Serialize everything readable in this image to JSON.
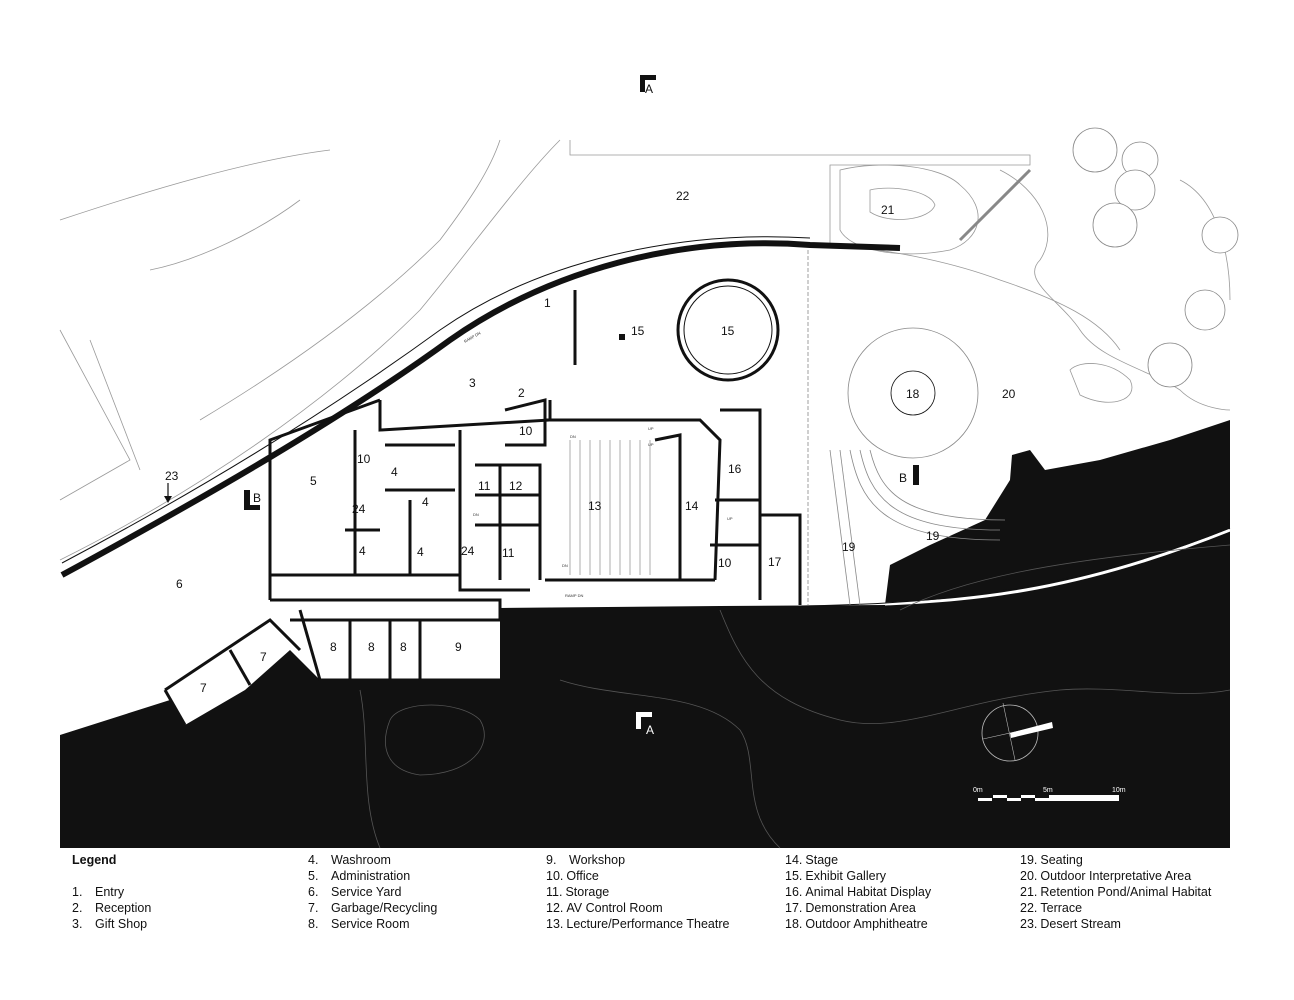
{
  "section_marks": {
    "a_top": "A",
    "a_bottom": "A",
    "b_left": "B",
    "b_right": "B"
  },
  "ramp_labels": [
    "RAMP DN",
    "RAMP DN"
  ],
  "stair_labels": [
    "DN",
    "UP",
    "UP",
    "DN",
    "DN",
    "UP"
  ],
  "rooms": {
    "entry": "1",
    "reception": "2",
    "gift_shop": "3",
    "washroom_a": "4",
    "washroom_b": "4",
    "washroom_c": "4",
    "washroom_d": "4",
    "administration": "5",
    "service_yard": "6",
    "garbage_a": "7",
    "garbage_b": "7",
    "service_a": "8",
    "service_b": "8",
    "service_c": "8",
    "workshop": "9",
    "office_a": "10",
    "office_b": "10",
    "office_c": "10",
    "storage_a": "11",
    "storage_b": "11",
    "av_control": "12",
    "theatre": "13",
    "stage": "14",
    "gallery_a": "15",
    "gallery_b": "15",
    "habitat_display": "16",
    "demonstration": "17",
    "amphitheatre": "18",
    "seating_a": "19",
    "seating_b": "19",
    "interpretive": "20",
    "retention_pond": "21",
    "terrace": "22",
    "desert_stream": "23",
    "misc_24a": "24",
    "misc_24b": "24"
  },
  "scale_bar": {
    "start": "0m",
    "mid": "5m",
    "end": "10m"
  },
  "legend": {
    "title": "Legend",
    "items": [
      {
        "num": "1.",
        "label": "Entry"
      },
      {
        "num": "2.",
        "label": "Reception"
      },
      {
        "num": "3.",
        "label": "Gift Shop"
      },
      {
        "num": "4.",
        "label": "Washroom"
      },
      {
        "num": "5.",
        "label": "Administration"
      },
      {
        "num": "6.",
        "label": "Service Yard"
      },
      {
        "num": "7.",
        "label": "Garbage/Recycling"
      },
      {
        "num": "8.",
        "label": "Service Room"
      },
      {
        "num": "9.",
        "label": "Workshop"
      },
      {
        "num": "10.",
        "label": "Office"
      },
      {
        "num": "11.",
        "label": "Storage"
      },
      {
        "num": "12.",
        "label": "AV Control Room"
      },
      {
        "num": "13.",
        "label": "Lecture/Performance Theatre"
      },
      {
        "num": "14.",
        "label": "Stage"
      },
      {
        "num": "15.",
        "label": "Exhibit Gallery"
      },
      {
        "num": "16.",
        "label": "Animal Habitat Display"
      },
      {
        "num": "17.",
        "label": "Demonstration Area"
      },
      {
        "num": "18.",
        "label": "Outdoor Amphitheatre"
      },
      {
        "num": "19.",
        "label": "Seating"
      },
      {
        "num": "20.",
        "label": "Outdoor Interpretative Area"
      },
      {
        "num": "21.",
        "label": "Retention Pond/Animal Habitat"
      },
      {
        "num": "22.",
        "label": "Terrace"
      },
      {
        "num": "23.",
        "label": "Desert Stream"
      }
    ]
  }
}
